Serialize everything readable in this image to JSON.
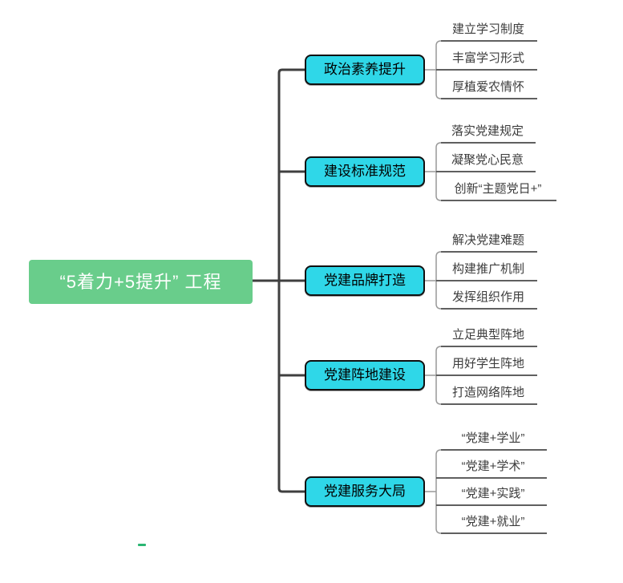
{
  "diagram": {
    "root": {
      "label": "“5着力+5提升” 工程"
    },
    "branches": [
      {
        "label": "政治素养提升",
        "children": [
          {
            "label": "建立学习制度"
          },
          {
            "label": "丰富学习形式"
          },
          {
            "label": "厚植爱农情怀"
          }
        ]
      },
      {
        "label": "建设标准规范",
        "children": [
          {
            "label": "落实党建规定"
          },
          {
            "label": "凝聚党心民意"
          },
          {
            "label": "创新“主题党日+”"
          }
        ]
      },
      {
        "label": "党建品牌打造",
        "children": [
          {
            "label": "解决党建难题"
          },
          {
            "label": "构建推广机制"
          },
          {
            "label": "发挥组织作用"
          }
        ]
      },
      {
        "label": "党建阵地建设",
        "children": [
          {
            "label": "立足典型阵地"
          },
          {
            "label": "用好学生阵地"
          },
          {
            "label": "打造网络阵地"
          }
        ]
      },
      {
        "label": "党建服务大局",
        "children": [
          {
            "label": "“党建+学业”"
          },
          {
            "label": "“党建+学术”"
          },
          {
            "label": "“党建+实践”"
          },
          {
            "label": "“党建+就业”"
          }
        ]
      }
    ],
    "colors": {
      "root_fill": "#69CD8B",
      "root_text": "#FFFFFF",
      "branch_fill": "#2FD7E8",
      "branch_border": "#101010",
      "connector": "#3F3F3F",
      "bracket": "#999999",
      "underline": "#4A4A4A",
      "stray_dash": "#2BB673"
    }
  }
}
